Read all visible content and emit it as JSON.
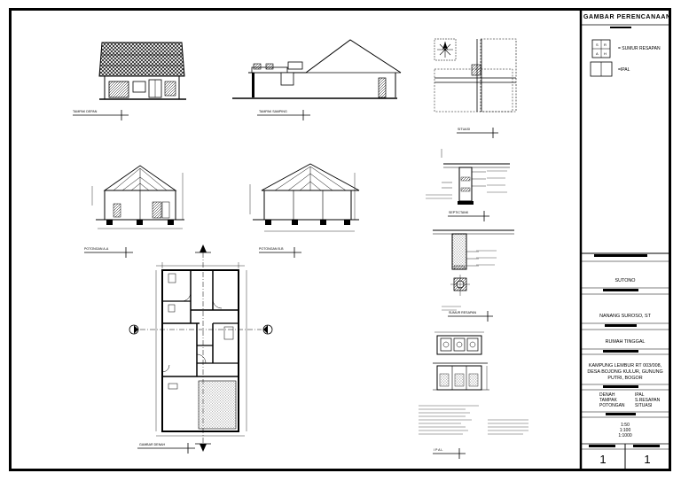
{
  "drawing_labels": {
    "tampak_depan": "TAMPAK DEPAN",
    "tampak_samping": "TAMPAK SAMPING",
    "situasi": "SITUASI",
    "potongan_aa": "POTONGAN A-A",
    "potongan_bb": "POTONGAN B-B",
    "septictank": "SEPTICTANK",
    "sumur_resapan": "SUMUR RESAPAN",
    "gambar_denah": "GAMBAR DENAH",
    "ipal": "I P A L"
  },
  "title_block": {
    "header": "GAMBAR PERENCANAAN",
    "legend": [
      {
        "symbol": "sumur-resapan",
        "label": "= SUMUR RESAPAN"
      },
      {
        "symbol": "ipal",
        "label": "=IPAL"
      }
    ],
    "owner": "SUTONO",
    "designer": "NANANG SUROSO, ST",
    "project": "RUMAH TINGGAL",
    "location": "KAMPUNG LEMBUR RT 003/008, DESA BOJONG KULUR, GUNUNG PUTRI, BOGOR",
    "contents": {
      "left": [
        "DENAH",
        "TAMPAK",
        "POTONGAN"
      ],
      "right": [
        "IPAL",
        "S.RESAPAN",
        "SITUASI"
      ]
    },
    "scales": [
      "1:50",
      "1:100",
      "1:1000"
    ],
    "sheet_number": "1",
    "sheet_total": "1"
  }
}
